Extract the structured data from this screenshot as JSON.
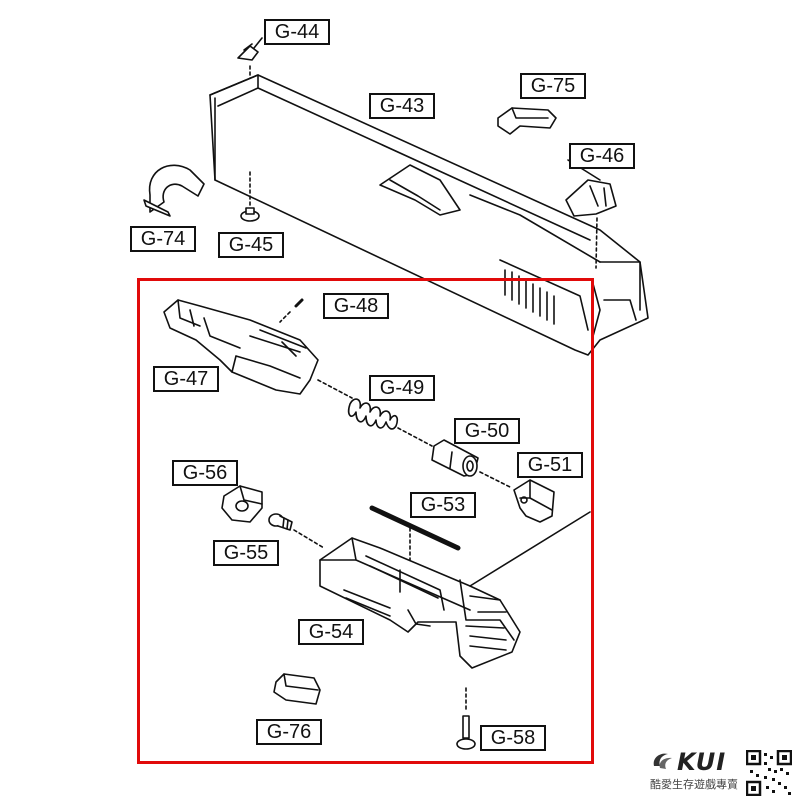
{
  "labels": {
    "g44": "G-44",
    "g43": "G-43",
    "g75": "G-75",
    "g46": "G-46",
    "g74": "G-74",
    "g45": "G-45",
    "g48": "G-48",
    "g47": "G-47",
    "g49": "G-49",
    "g50": "G-50",
    "g51": "G-51",
    "g56": "G-56",
    "g53": "G-53",
    "g55": "G-55",
    "g54": "G-54",
    "g76": "G-76",
    "g58": "G-58"
  },
  "brand": {
    "wordmark": "KUI",
    "tagline": "酷愛生存遊戲專賣"
  },
  "colors": {
    "line": "#111111",
    "highlight": "#e10a0a"
  }
}
